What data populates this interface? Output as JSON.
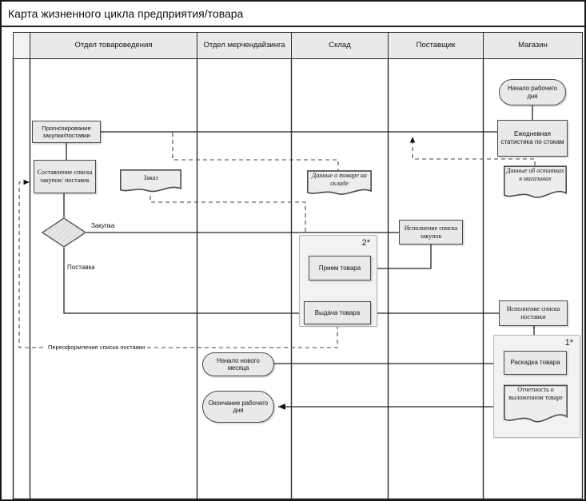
{
  "title": "Карта жизненного цикла предприятия/товара",
  "lanes": [
    {
      "label": "Отдел товароведения"
    },
    {
      "label": "Отдел мерчендайзинга"
    },
    {
      "label": "Склад"
    },
    {
      "label": "Поставщик"
    },
    {
      "label": "Магазин"
    }
  ],
  "nodes": {
    "prognoz": "Прогнозирование закупки/поставки",
    "sostavlenie": "Составление списка закупок/ поставок",
    "zakaz": "Заказ",
    "dannye_sklad": "Данные о товаре на складе",
    "ispolnenie_zakupok": "Исполнение списка закупок",
    "priem": "Прием товара",
    "vydacha": "Выдача товара",
    "nachalo_mes": "Начало нового месяца",
    "okonchanie": "Окончание рабочего дня",
    "nachalo_dnya": "Начало рабочего дня",
    "ezhednevnaya": "Ежедневная статистика по стокам",
    "dannye_mag": "Данные об остатках в магазинах",
    "ispolnenie_postavki": "Исполнение списка поставки",
    "raskladka": "Раскадка товара",
    "otchetnost": "Отчетность о выложенном товаре"
  },
  "edge_labels": {
    "zakupka": "Закупка",
    "postavka": "Поставка",
    "pereoformlenie": "Переоформление списка поставки"
  },
  "groups": {
    "g2": "2*",
    "g1": "1*"
  },
  "colors": {
    "node_fill": "#e9e9e9",
    "node_border": "#4a4a4a",
    "lane_line": "#2b2b2b",
    "group_fill": "#f2f2f2",
    "dashed_line": "#444444"
  }
}
